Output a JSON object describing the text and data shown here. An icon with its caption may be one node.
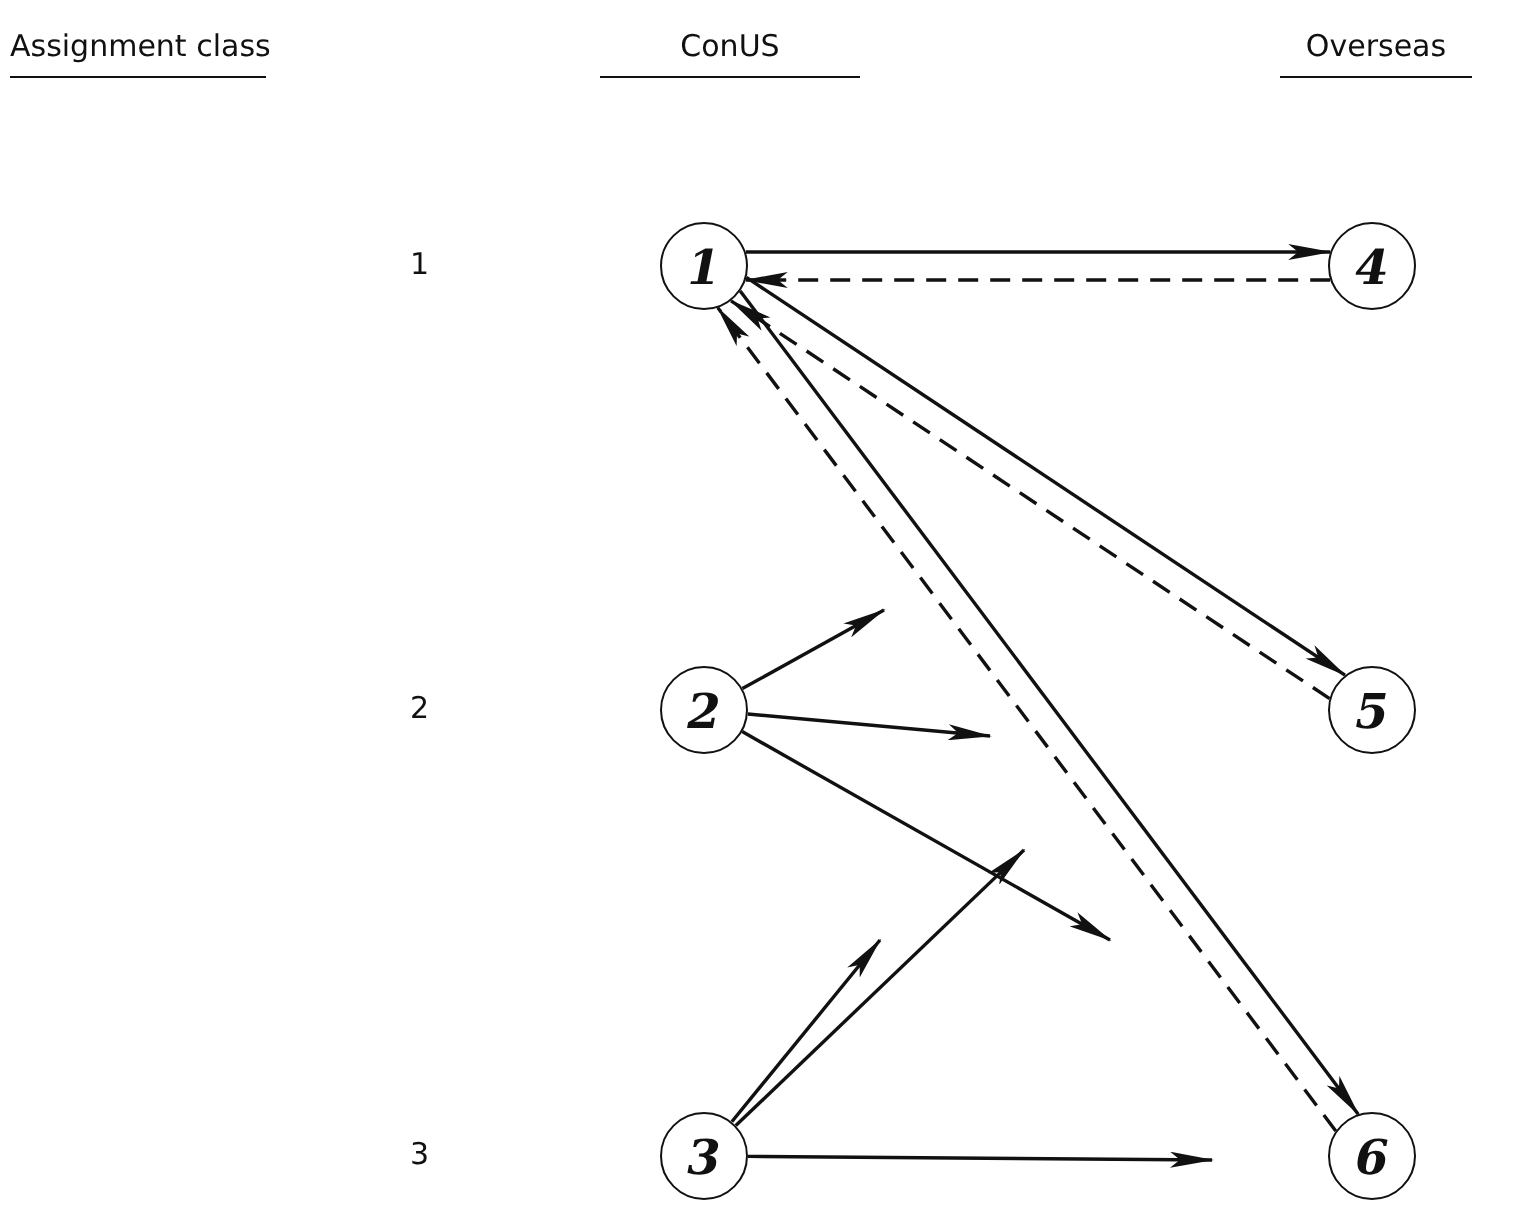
{
  "diagram": {
    "nodes": [
      {
        "text": [
          "1"
        ]
      },
      {
        "text": [
          "2"
        ]
      },
      {
        "text": [
          "3"
        ]
      },
      {
        "text": [
          "4"
        ]
      },
      {
        "text": [
          "5"
        ]
      },
      {
        "text": [
          "6"
        ]
      }
    ],
    "edges": [
      {
        "from": 0,
        "to": 3,
        "arrow": "to"
      },
      {
        "from": 3,
        "to": 0,
        "arrow": "to",
        "style": "dashed"
      },
      {
        "from": 0,
        "to": 4,
        "arrow": "to"
      },
      {
        "from": 4,
        "to": 0,
        "arrow": "to",
        "style": "dashed"
      },
      {
        "from": 0,
        "to": 5,
        "arrow": "to"
      },
      {
        "from": 5,
        "to": 0,
        "arrow": "to",
        "style": "dashed"
      },
      {
        "from": 1,
        "to": null,
        "arrow": "to"
      },
      {
        "from": 1,
        "to": null,
        "arrow": "to"
      },
      {
        "from": 1,
        "to": null,
        "arrow": "to"
      },
      {
        "from": 2,
        "to": null,
        "arrow": "to"
      },
      {
        "from": 2,
        "to": null,
        "arrow": "to"
      },
      {
        "from": 2,
        "to": null,
        "arrow": "to"
      }
    ],
    "labels": [
      "Assignment class",
      "ConUS",
      "Overseas",
      "1",
      "2",
      "3"
    ]
  }
}
